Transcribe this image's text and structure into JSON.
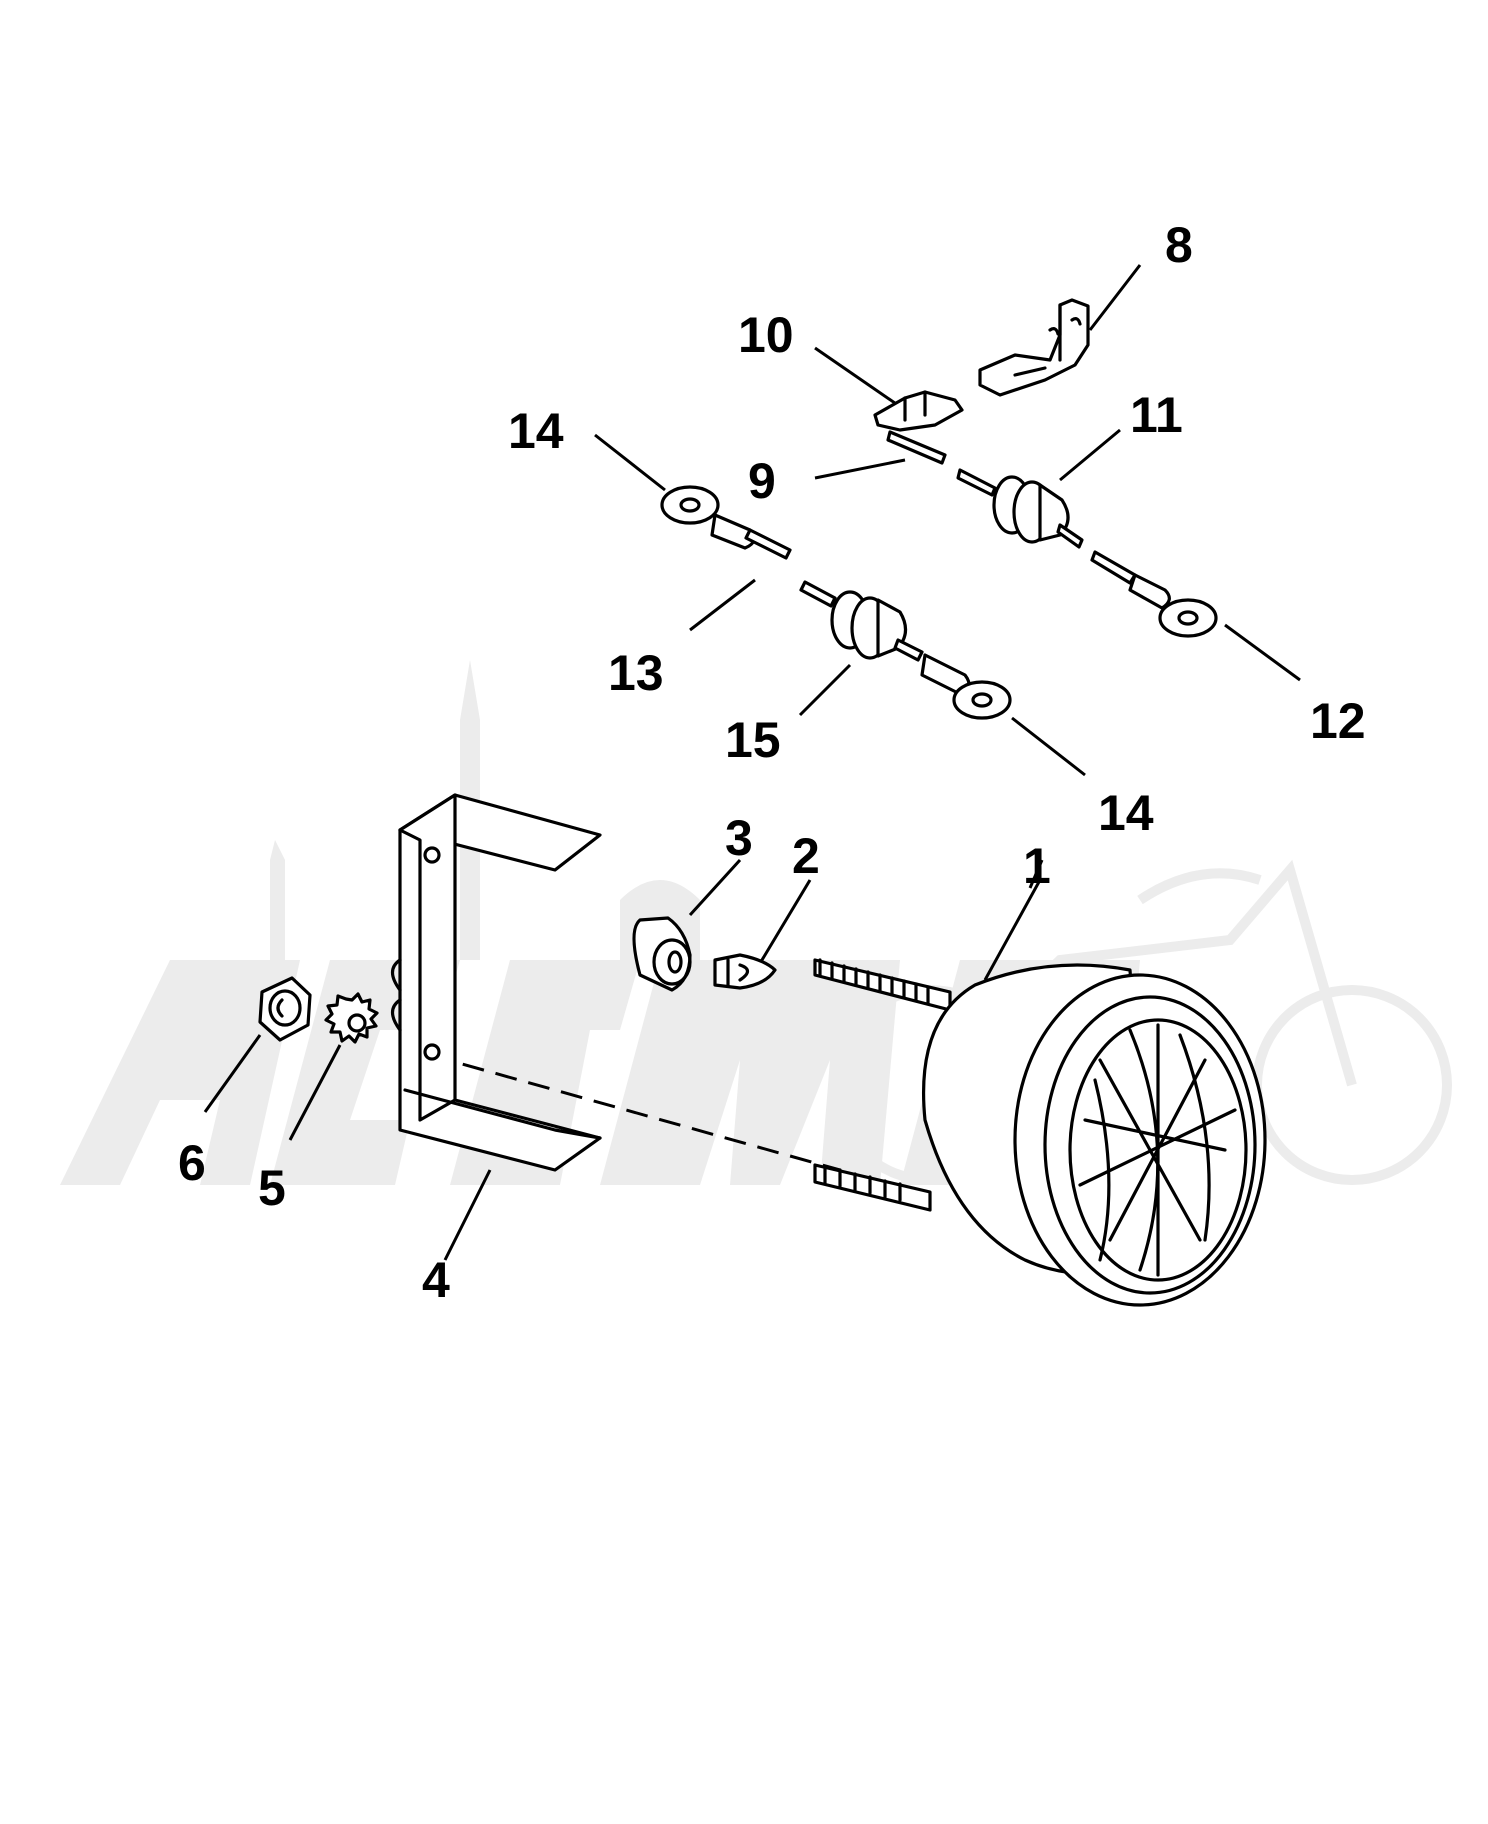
{
  "callouts": [
    {
      "id": "1",
      "label": "1"
    },
    {
      "id": "2",
      "label": "2"
    },
    {
      "id": "3",
      "label": "3"
    },
    {
      "id": "4",
      "label": "4"
    },
    {
      "id": "5",
      "label": "5"
    },
    {
      "id": "6",
      "label": "6"
    },
    {
      "id": "8",
      "label": "8"
    },
    {
      "id": "9",
      "label": "9"
    },
    {
      "id": "10",
      "label": "10"
    },
    {
      "id": "11",
      "label": "11"
    },
    {
      "id": "12",
      "label": "12"
    },
    {
      "id": "13",
      "label": "13"
    },
    {
      "id": "14a",
      "label": "14"
    },
    {
      "id": "14b",
      "label": "14"
    },
    {
      "id": "15",
      "label": "15"
    }
  ],
  "watermark": {
    "text": "ActiMoto",
    "color": "#ececec"
  },
  "colors": {
    "line": "#000000",
    "background": "#ffffff"
  }
}
